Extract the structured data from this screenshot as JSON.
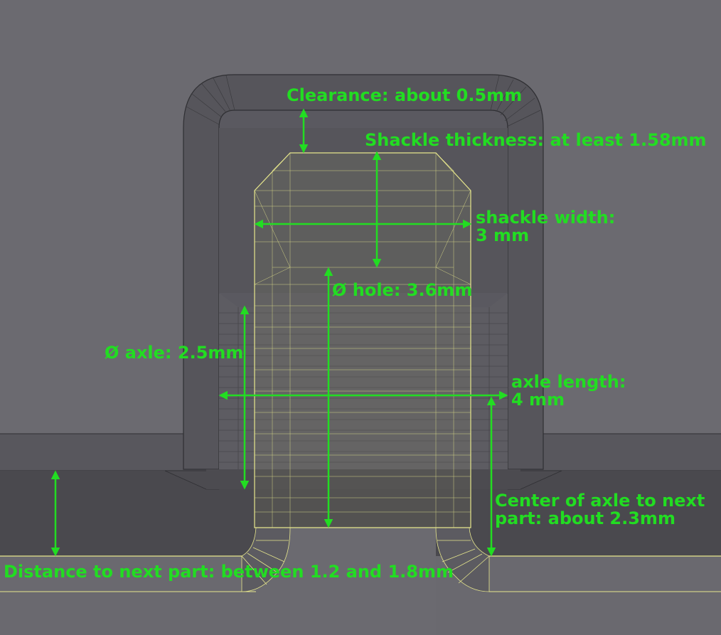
{
  "colors": {
    "background": "#6b6a70",
    "annotation": "#22dd22",
    "wire_selected": "#e6e68c",
    "wire_dark": "#3a3a3e"
  },
  "labels": {
    "clearance": "Clearance: about 0.5mm",
    "shackle_thickness": "Shackle thickness: at least 1.58mm",
    "shackle_width_1": "shackle width:",
    "shackle_width_2": "3 mm",
    "hole_diameter": "Ø hole: 3.6mm",
    "axle_diameter": "Ø axle: 2.5mm",
    "axle_length_1": "axle length:",
    "axle_length_2": "4 mm",
    "center_to_next_1": "Center of axle to next",
    "center_to_next_2": "part: about 2.3mm",
    "distance_next_part": "Distance to next part: between 1.2 and 1.8mm"
  }
}
